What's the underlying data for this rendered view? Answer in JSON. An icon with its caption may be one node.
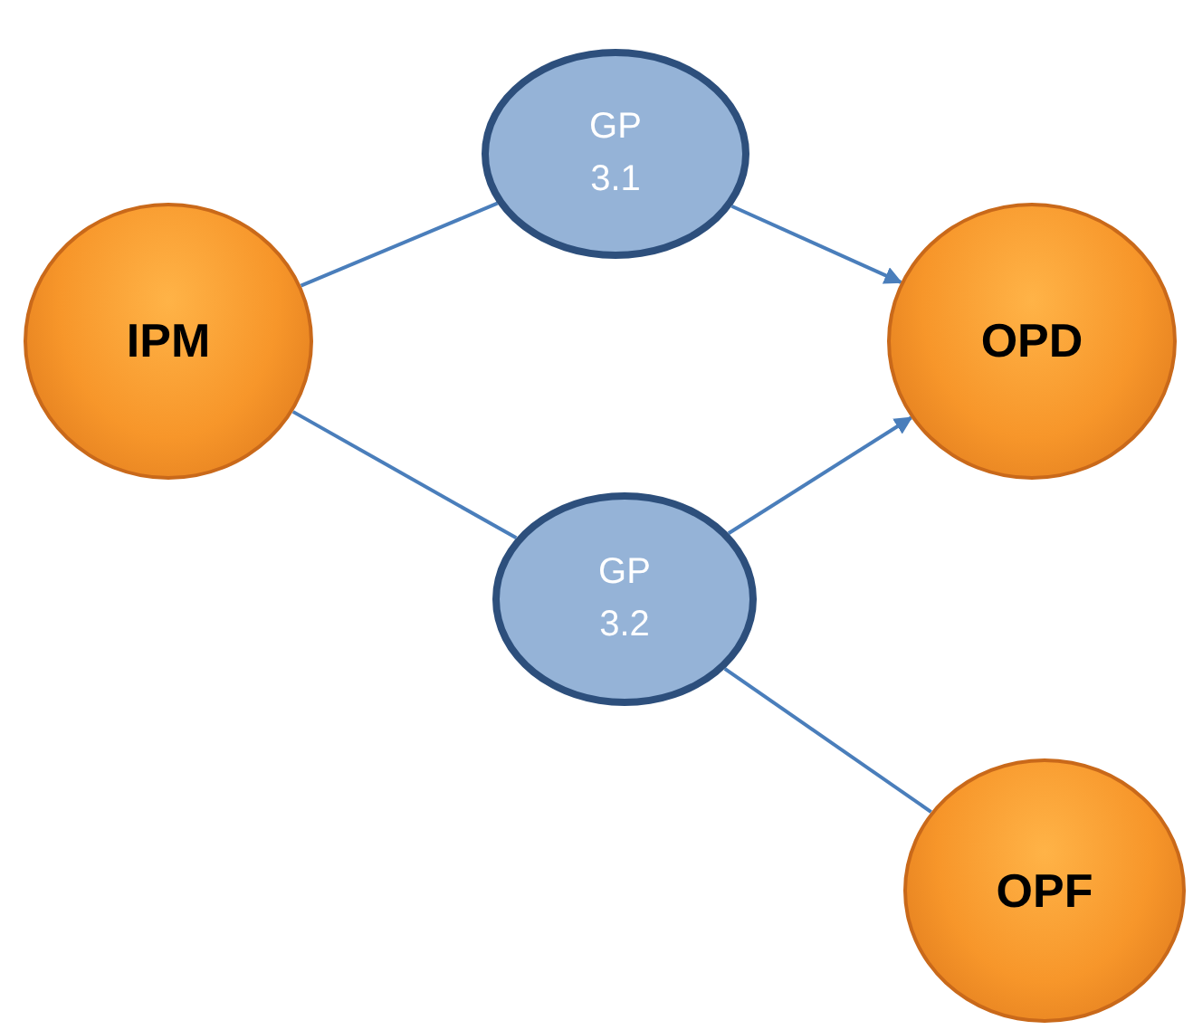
{
  "diagram": {
    "nodes": [
      {
        "text": [
          "GP 3.1"
        ]
      },
      {
        "text": [
          "IPM"
        ]
      },
      {
        "text": [
          "OPD"
        ]
      },
      {
        "text": [
          "GP 3.2"
        ]
      },
      {
        "text": [
          "OPF"
        ]
      }
    ],
    "edges": [
      {
        "from": 1,
        "to": 0,
        "arrow": "none"
      },
      {
        "from": 0,
        "to": 2,
        "arrow": "to"
      },
      {
        "from": 1,
        "to": 3,
        "arrow": "none"
      },
      {
        "from": 3,
        "to": 2,
        "arrow": "to"
      },
      {
        "from": 3,
        "to": 4,
        "arrow": "none"
      }
    ]
  }
}
